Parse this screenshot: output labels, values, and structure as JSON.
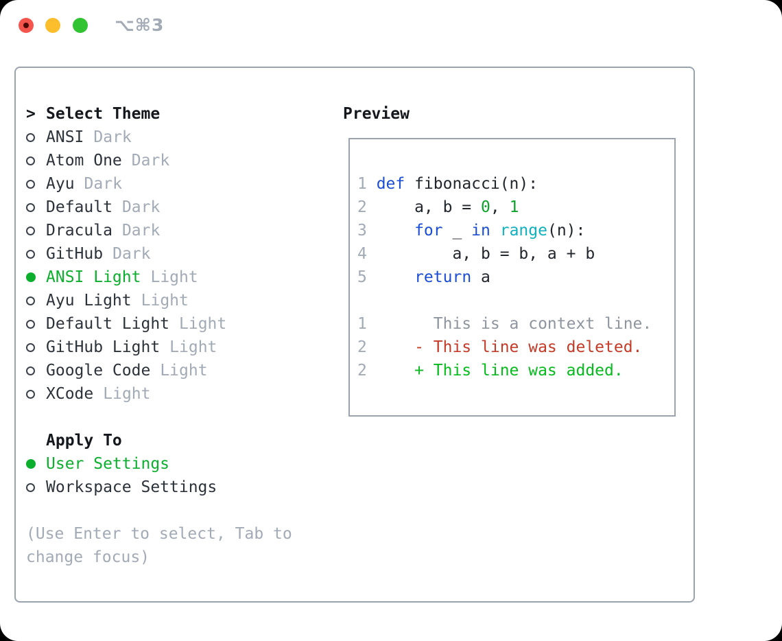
{
  "window": {
    "title": "⌥⌘3"
  },
  "theme_menu": {
    "cursor": ">",
    "heading": "Select Theme",
    "items": [
      {
        "label": "ANSI",
        "variant": "Dark",
        "selected": false
      },
      {
        "label": "Atom One",
        "variant": "Dark",
        "selected": false
      },
      {
        "label": "Ayu",
        "variant": "Dark",
        "selected": false
      },
      {
        "label": "Default",
        "variant": "Dark",
        "selected": false
      },
      {
        "label": "Dracula",
        "variant": "Dark",
        "selected": false
      },
      {
        "label": "GitHub",
        "variant": "Dark",
        "selected": false
      },
      {
        "label": "ANSI Light",
        "variant": "Light",
        "selected": true
      },
      {
        "label": "Ayu Light",
        "variant": "Light",
        "selected": false
      },
      {
        "label": "Default Light",
        "variant": "Light",
        "selected": false
      },
      {
        "label": "GitHub Light",
        "variant": "Light",
        "selected": false
      },
      {
        "label": "Google Code",
        "variant": "Light",
        "selected": false
      },
      {
        "label": "XCode",
        "variant": "Light",
        "selected": false
      }
    ]
  },
  "apply_to": {
    "heading": "Apply To",
    "options": [
      {
        "label": "User Settings",
        "selected": true
      },
      {
        "label": "Workspace Settings",
        "selected": false
      }
    ]
  },
  "help": {
    "text": "(Use Enter to select, Tab to change focus)"
  },
  "preview": {
    "heading": "Preview",
    "code_lines": [
      {
        "num": "1",
        "segments": [
          [
            "def",
            "keyword"
          ],
          [
            " fibonacci(n):",
            "foreground"
          ]
        ]
      },
      {
        "num": "2",
        "segments": [
          [
            "    a, b = ",
            "foreground"
          ],
          [
            "0",
            "number"
          ],
          [
            ", ",
            "foreground"
          ],
          [
            "1",
            "number"
          ]
        ]
      },
      {
        "num": "3",
        "segments": [
          [
            "    ",
            "foreground"
          ],
          [
            "for",
            "keyword"
          ],
          [
            " _ ",
            "foreground"
          ],
          [
            "in",
            "keyword"
          ],
          [
            " ",
            "foreground"
          ],
          [
            "range",
            "function"
          ],
          [
            "(n):",
            "foreground"
          ]
        ]
      },
      {
        "num": "4",
        "segments": [
          [
            "        a, b = b, a + b",
            "foreground"
          ]
        ]
      },
      {
        "num": "5",
        "segments": [
          [
            "    ",
            "foreground"
          ],
          [
            "return",
            "keyword"
          ],
          [
            " a",
            "foreground"
          ]
        ]
      },
      {
        "num": "",
        "segments": []
      },
      {
        "num": "1",
        "segments": [
          [
            "      This is a context line.",
            "context"
          ]
        ]
      },
      {
        "num": "2",
        "segments": [
          [
            "    - This line was deleted.",
            "deleted"
          ]
        ]
      },
      {
        "num": "2",
        "segments": [
          [
            "    + This line was added.",
            "added"
          ]
        ]
      }
    ]
  },
  "colors": {
    "accent_green": "#0cae2e",
    "keyword_blue": "#1b4dd6",
    "function_cyan": "#10b0bf",
    "number_green": "#0ca32b",
    "deleted_red": "#c43a26",
    "added_green": "#06bb1d",
    "context_gray": "#8e959f",
    "muted_gray": "#a2aab6",
    "foreground": "#21262d",
    "border_gray": "#9aa2ae",
    "traffic_red": "#f5554d",
    "traffic_yellow": "#fcbe2d",
    "traffic_green": "#31c331"
  }
}
